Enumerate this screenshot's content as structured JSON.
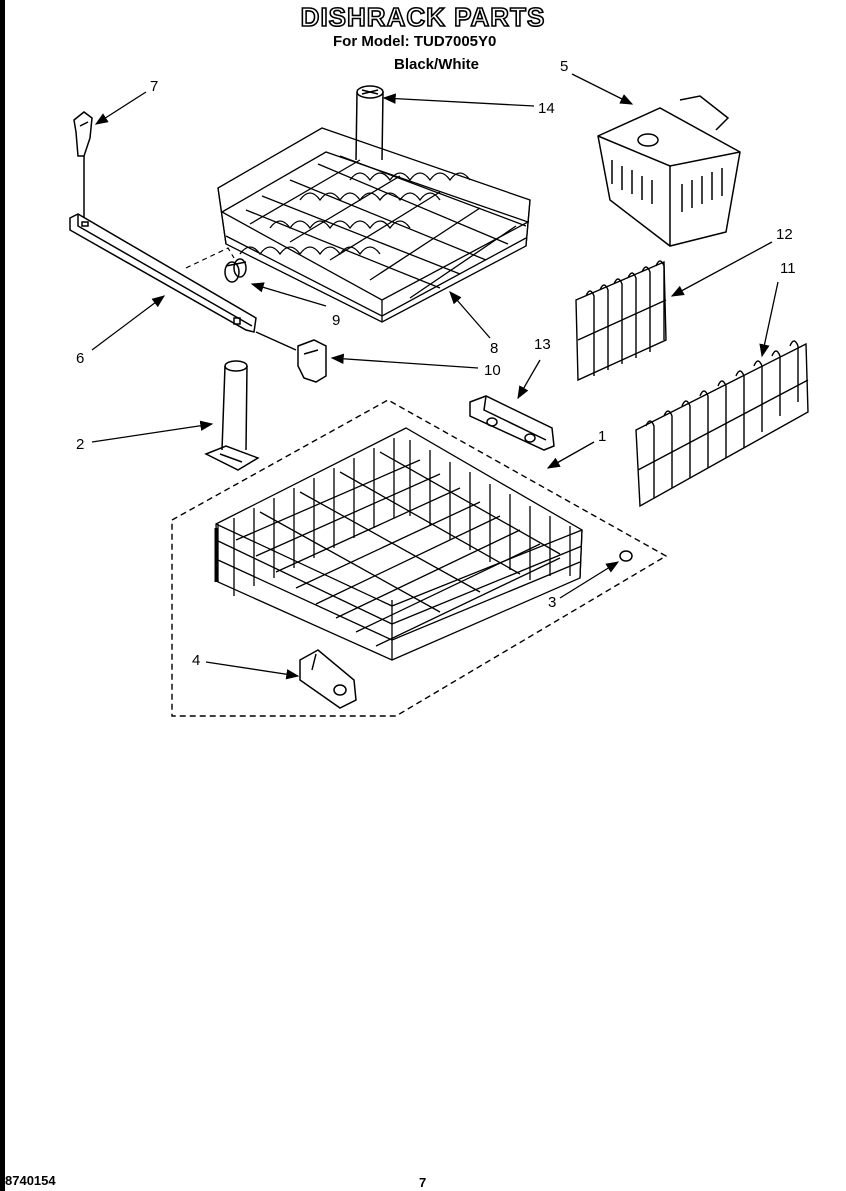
{
  "title": "DISHRACK PARTS",
  "subtitle": "For Model: TUD7005Y0",
  "variant": "Black/White",
  "callouts": {
    "c1": "1",
    "c2": "2",
    "c3": "3",
    "c4": "4",
    "c5": "5",
    "c6": "6",
    "c7": "7",
    "c8": "8",
    "c9": "9",
    "c10": "10",
    "c11": "11",
    "c12": "12",
    "c13": "13",
    "c14": "14"
  },
  "footer": {
    "code": "8740154",
    "page": "7"
  }
}
